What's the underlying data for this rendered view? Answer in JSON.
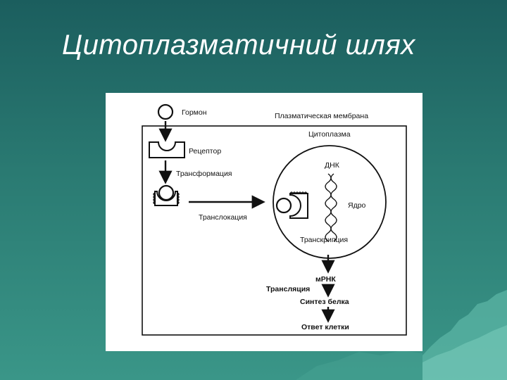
{
  "slide": {
    "title": "Цитоплазматичний шлях"
  },
  "diagram": {
    "hormone": "Гормон",
    "membrane": "Плазматическая мембрана",
    "cytoplasm": "Цитоплазма",
    "receptor": "Рецептор",
    "transformation": "Трансформация",
    "dna": "ДНК",
    "nucleus": "Ядро",
    "translocation": "Транслокация",
    "transcription": "Транскрипция",
    "mrna": "мРНК",
    "translation": "Трансляция",
    "protein_synthesis": "Синтез белка",
    "cell_response": "Ответ клетки"
  },
  "colors": {
    "background_top": "#1b5e5e",
    "background_bottom": "#3a9688",
    "title": "#ffffff",
    "ink": "#111111",
    "figure_bg": "#ffffff"
  }
}
